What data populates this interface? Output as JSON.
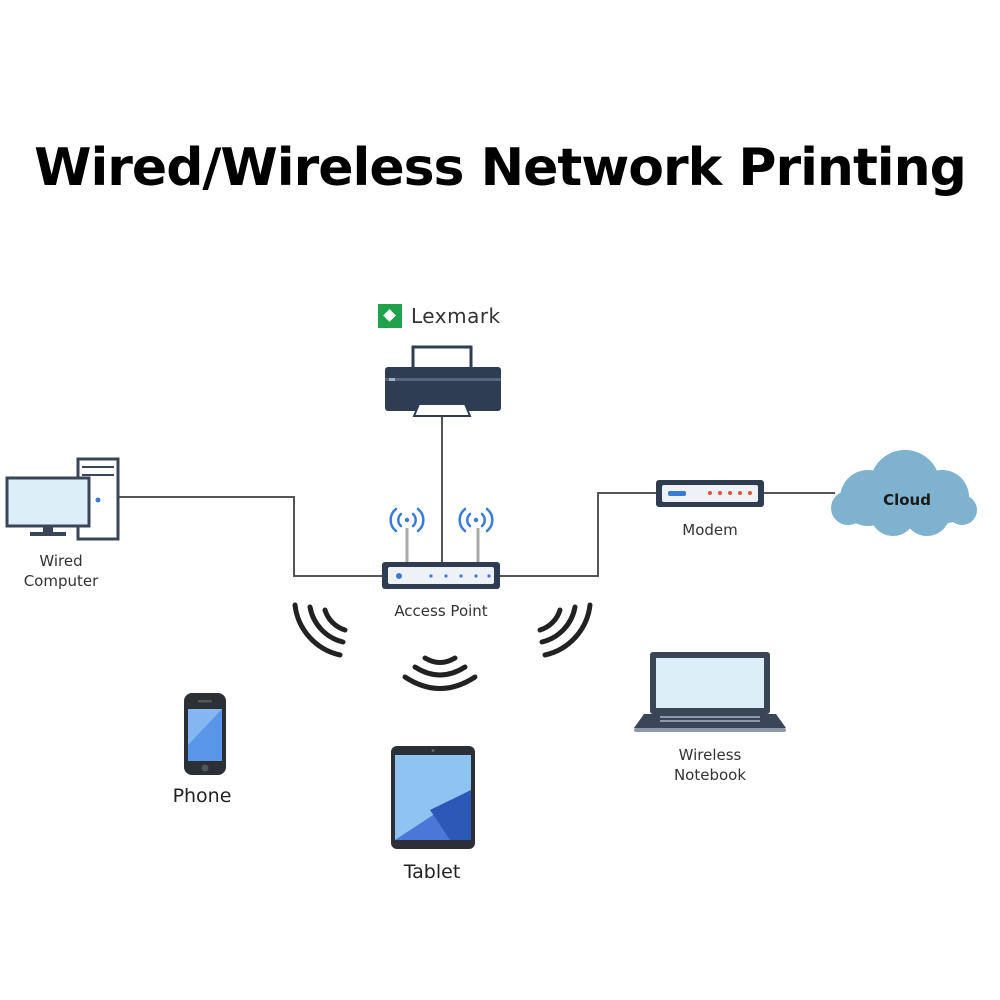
{
  "title": "Wired/Wireless Network Printing",
  "brand": "Lexmark",
  "colors": {
    "accent": "#1fa34a",
    "device_dark": "#2f3d52",
    "screen": "#dceef7",
    "cloud": "#7fb2cf",
    "signal": "#3a7bd5"
  },
  "nodes": {
    "printer": {
      "icon": "printer-icon"
    },
    "wired_computer": {
      "label_line1": "Wired",
      "label_line2": "Computer",
      "icon": "desktop-computer-icon"
    },
    "access_point": {
      "label": "Access Point",
      "icon": "access-point-icon"
    },
    "modem": {
      "label": "Modem",
      "icon": "modem-icon"
    },
    "cloud": {
      "label": "Cloud",
      "icon": "cloud-icon"
    },
    "phone": {
      "label": "Phone",
      "icon": "phone-icon"
    },
    "tablet": {
      "label": "Tablet",
      "icon": "tablet-icon"
    },
    "notebook": {
      "label_line1": "Wireless",
      "label_line2": "Notebook",
      "icon": "laptop-icon"
    }
  }
}
